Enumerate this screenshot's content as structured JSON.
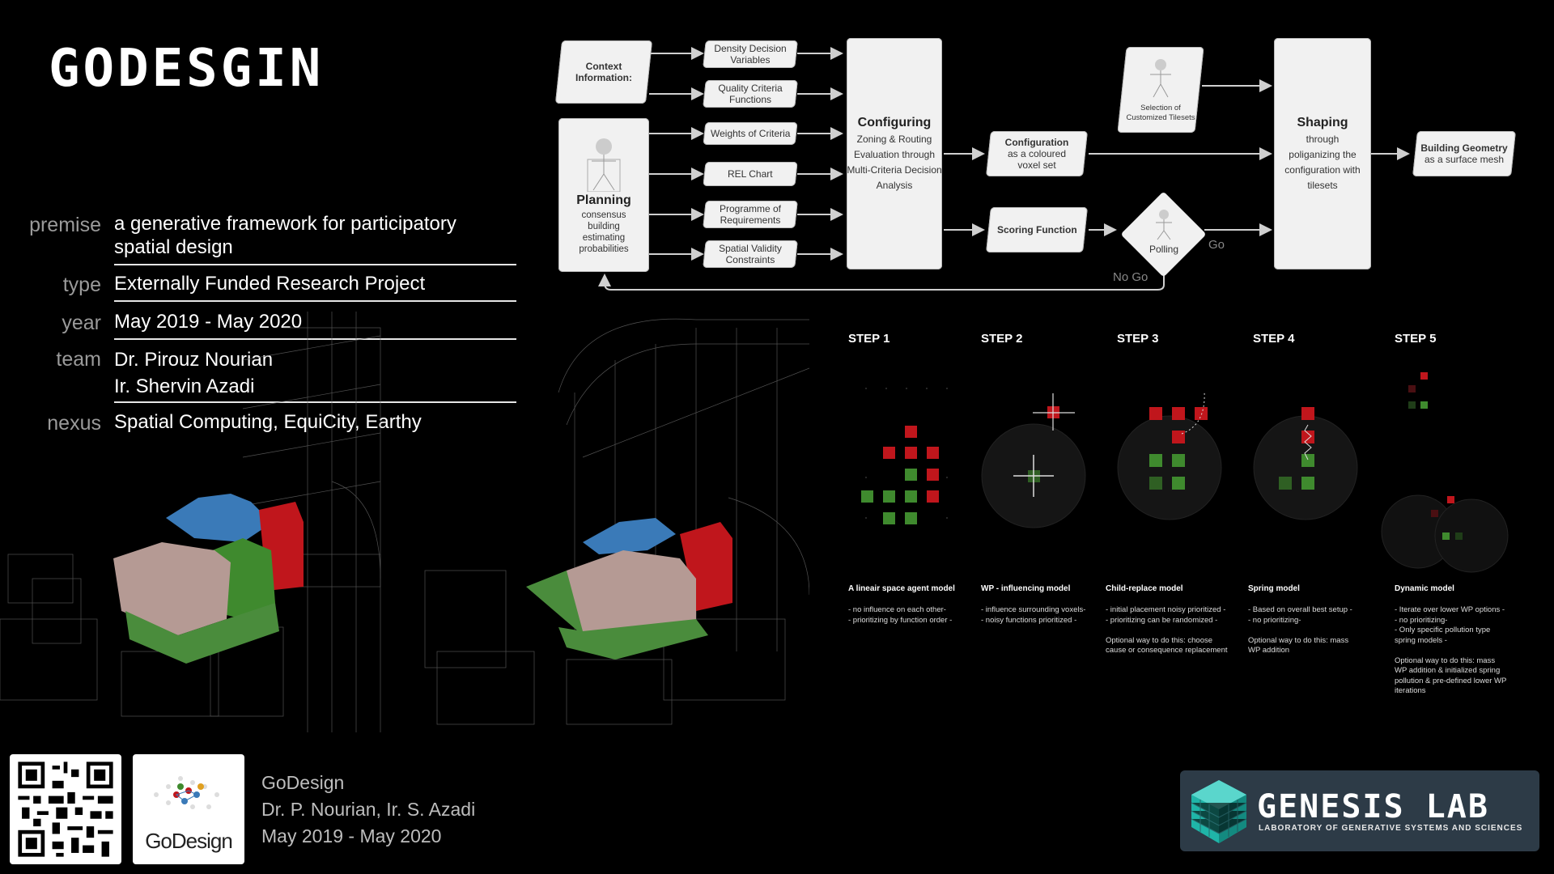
{
  "title": "GODESGIN",
  "info": [
    {
      "label": "premise",
      "lines": [
        "a generative framework for participatory",
        "spatial design"
      ]
    },
    {
      "label": "type",
      "lines": [
        "Externally Funded Research Project"
      ]
    },
    {
      "label": "year",
      "lines": [
        "May 2019 - May 2020"
      ]
    },
    {
      "label": "team",
      "lines": [
        "Dr. Pirouz Nourian",
        "Ir. Shervin Azadi"
      ]
    },
    {
      "label": "nexus",
      "lines": [
        "Spatial Computing, EquiCity, Earthy"
      ]
    }
  ],
  "flow": {
    "context": "Context Information:",
    "planning": {
      "title": "Planning",
      "sub": "consensus building estimating probabilities"
    },
    "inputs": [
      "Density Decision Variables",
      "Quality Criteria Functions",
      "Weights of Criteria",
      "REL Chart",
      "Programme of Requirements",
      "Spatial Validity Constraints"
    ],
    "configuring": {
      "title": "Configuring",
      "sub": "Zoning & Routing Evaluation through Multi-Criteria Decision Analysis"
    },
    "configuration": {
      "title": "Configuration",
      "sub": "as a coloured voxel set"
    },
    "scoring": "Scoring Function",
    "polling": "Polling",
    "go": "Go",
    "nogo": "No Go",
    "tilesets": "Selection of Customized Tilesets",
    "shaping": {
      "title": "Shaping",
      "sub": "through poliganizing the configuration with tilesets"
    },
    "geometry": {
      "title": "Building Geometry",
      "sub": "as a surface mesh"
    }
  },
  "steps": [
    {
      "title": "STEP 1",
      "caption": "A lineair space agent model",
      "desc": "- no influence on each other-\n- prioritizing by function order -"
    },
    {
      "title": "STEP 2",
      "caption": "WP - influencing model",
      "desc": "- influence surrounding voxels-\n- noisy functions prioritized -"
    },
    {
      "title": "STEP 3",
      "caption": "Child-replace model",
      "desc": "- initial placement noisy prioritized -\n- prioritizing can be randomized -\n\nOptional way to do this: choose\ncause or consequence replacement"
    },
    {
      "title": "STEP 4",
      "caption": "Spring model",
      "desc": "- Based on overall best setup -\n- no prioritizing-\n\nOptional way to do this: mass\nWP addition"
    },
    {
      "title": "STEP 5",
      "caption": "Dynamic model",
      "desc": "- Iterate over lower WP options -\n- no prioritizing-\n- Only specific pollution type\nspring models -\n\nOptional way to do this: mass\nWP addition & initialized spring\npollution & pre-defined lower WP\niterations"
    }
  ],
  "footer": {
    "lines": [
      "GoDesign",
      "Dr. P. Nourian, Ir. S. Azadi",
      "May 2019 - May 2020"
    ],
    "logo_text": "GoDesign",
    "lab_name": "GENESIS LAB",
    "lab_sub": "LABORATORY OF GENERATIVE SYSTEMS AND SCIENCES"
  },
  "colors": {
    "red": "#c0161c",
    "green": "#3f8a2e",
    "blue": "#3a7ab8",
    "pink": "#b59a94",
    "lab": "#2d3b47"
  },
  "icons": [
    "qr-code-icon",
    "godesign-logo-icon",
    "genesis-cube-icon",
    "person-icon"
  ]
}
